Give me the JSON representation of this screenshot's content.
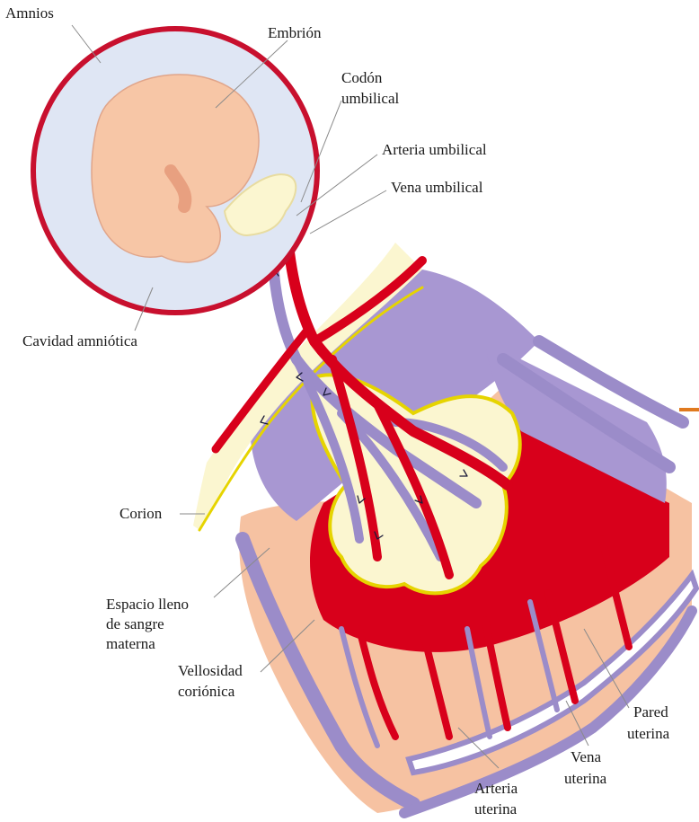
{
  "diagram": {
    "labels": {
      "amnios": "Amnios",
      "embrion": "Embrión",
      "codon_1": "Codón",
      "codon_2": "umbilical",
      "arteria_umbilical": "Arteria umbilical",
      "vena_umbilical": "Vena umbilical",
      "cavidad": "Cavidad amniótica",
      "corion": "Corion",
      "espacio_1": "Espacio lleno",
      "espacio_2": "de sangre",
      "espacio_3": "materna",
      "vellosidad_1": "Vellosidad",
      "vellosidad_2": "coriónica",
      "pared_1": "Pared",
      "pared_2": "uterina",
      "vena_ut_1": "Vena",
      "vena_ut_2": "uterina",
      "arteria_ut_1": "Arteria",
      "arteria_ut_2": "uterina"
    },
    "colors": {
      "amnion_ring": "#c8102e",
      "amniotic_fluid": "#dfe6f4",
      "embryo": "#f7c6a6",
      "chorion": "#fbf6d0",
      "maternal_tissue": "#f6c2a2",
      "maternal_blood": "#d8001b",
      "vein": "#9b8cc9",
      "artery": "#d8001b",
      "chorion_line": "#e6d400",
      "accent_mark": "#e07a1f"
    }
  }
}
